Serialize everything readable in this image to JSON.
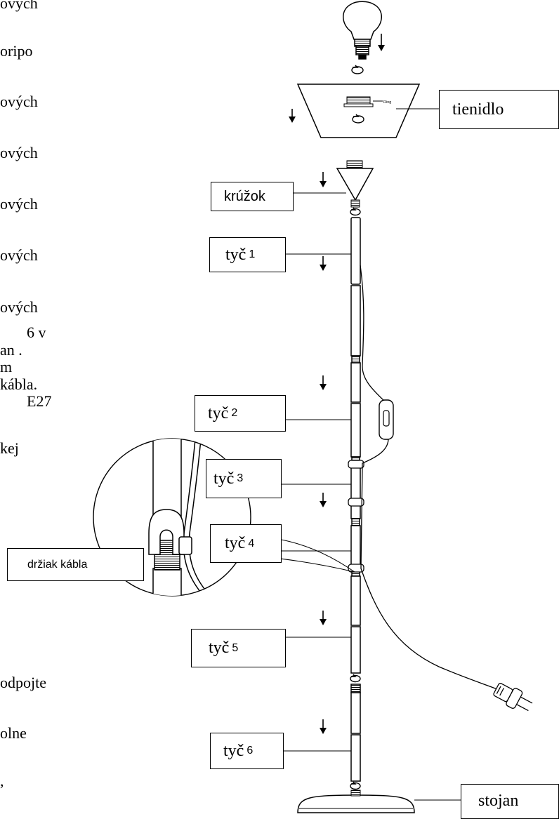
{
  "left_text_fragments": [
    "ových",
    "oripo",
    "ových",
    "ových",
    "ových",
    "ových",
    "ových",
    "6 v",
    "an .",
    "m",
    "kábla.",
    "E27",
    "kej",
    "odpojte",
    "olne",
    ","
  ],
  "labels": {
    "shade": "tienidlo",
    "ring": "krúžok",
    "rod1_word": "tyč",
    "rod1_num": "1",
    "rod2_word": "tyč",
    "rod2_num": "2",
    "rod3_word": "tyč",
    "rod3_num": "3",
    "rod4_word": "tyč",
    "rod4_num": "4",
    "rod5_word": "tyč",
    "rod5_num": "5",
    "rod6_word": "tyč",
    "rod6_num": "6",
    "cable_holder": "držiak kábla",
    "base": "stojan",
    "inner_ring_tag": "Ring"
  }
}
